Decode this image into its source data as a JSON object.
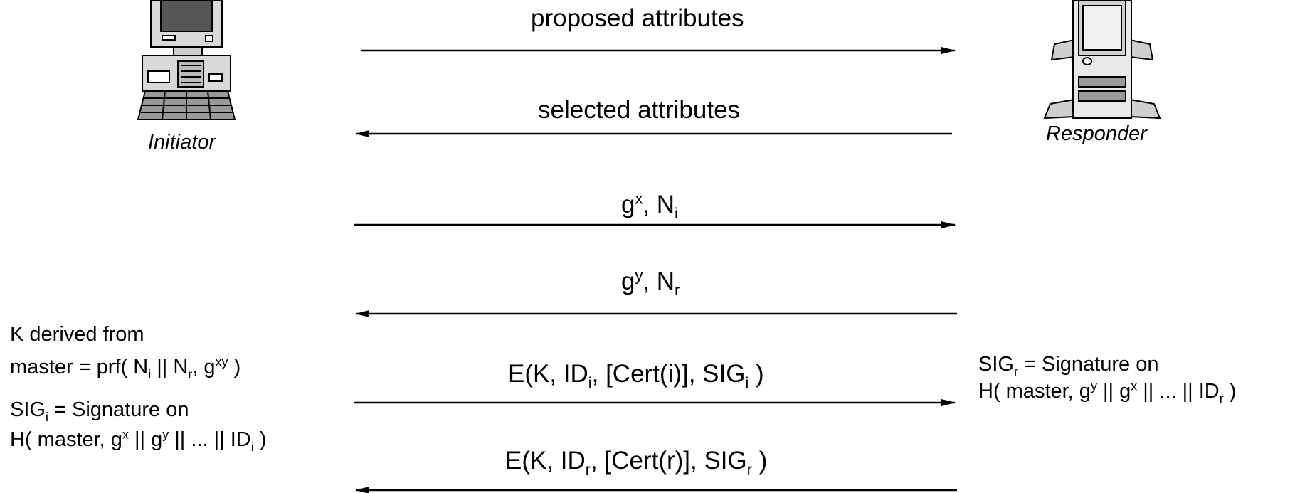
{
  "actors": {
    "initiator": "Initiator",
    "responder": "Responder"
  },
  "messages": {
    "m1": "proposed attributes",
    "m2": "selected attributes",
    "m3": {
      "g": "g",
      "gx": "x",
      "mid": ", N",
      "ni": "i"
    },
    "m4": {
      "g": "g",
      "gy": "y",
      "mid": ", N",
      "nr": "r"
    },
    "m5": {
      "a": "E(K, ID",
      "s1": "i",
      "b": ", [Cert(i)], SIG",
      "s2": "i",
      "c": " )"
    },
    "m6": {
      "a": "E(K, ID",
      "s1": "r",
      "b": ", [Cert(r)], SIG",
      "s2": "r",
      "c": " )"
    }
  },
  "left_notes": {
    "k_line": "K derived from",
    "master": {
      "a": "master = prf( N",
      "s1": "i",
      "b": " || N",
      "s2": "r",
      "c": ", g",
      "sup": "xy",
      "d": " )"
    },
    "sig_line": {
      "a": "SIG",
      "s1": "i",
      "b": " = Signature on"
    },
    "hash_line": {
      "a": "H( master, g",
      "x": "x",
      "b": " || g",
      "y": "y",
      "c": " || ... || ID",
      "s": "i",
      "d": " )"
    }
  },
  "right_notes": {
    "sig_line": {
      "a": "SIG",
      "s1": "r",
      "b": " = Signature on"
    },
    "hash_line": {
      "a": "H( master, g",
      "y": "y",
      "b": " || g",
      "x": "x",
      "c": " || ... || ID",
      "s": "r",
      "d": " )"
    }
  }
}
